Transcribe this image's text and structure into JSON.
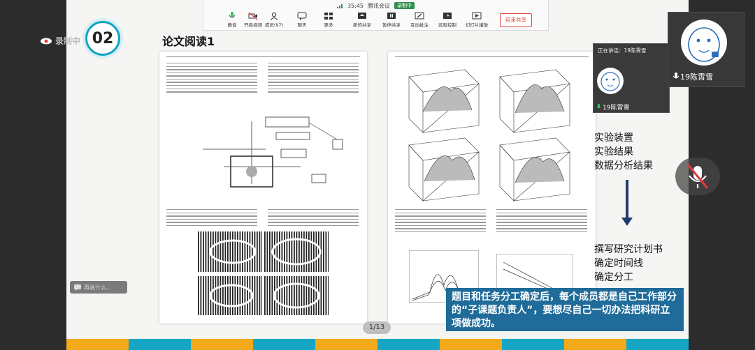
{
  "meeting": {
    "time": "35:45",
    "app_name": "腾讯会议",
    "live_badge": "录制中",
    "toolbar": [
      {
        "label": "静音",
        "icon": "mic-icon"
      },
      {
        "label": "开启视频",
        "icon": "camera-off-icon"
      },
      {
        "label": "成员(97)",
        "icon": "members-icon"
      },
      {
        "label": "聊天",
        "icon": "chat-icon"
      },
      {
        "label": "更多",
        "icon": "more-icon"
      },
      {
        "label": "新的共享",
        "icon": "share-icon"
      },
      {
        "label": "暂停共享",
        "icon": "pause-icon"
      },
      {
        "label": "互动批注",
        "icon": "annotate-icon"
      },
      {
        "label": "远程控制",
        "icon": "remote-control-icon"
      },
      {
        "label": "幻灯片播放",
        "icon": "slideshow-icon"
      }
    ],
    "end_share_label": "结束共享",
    "record_label": "录制中",
    "speaking_label": "正在讲话：19陈霄雪",
    "participant_main": "19陈霄雪",
    "participant_side": "19陈霄雪",
    "chat_placeholder": "再说什么...",
    "page_indicator": "1/13"
  },
  "slide": {
    "section_number": "02",
    "section_title": "论文阅读1",
    "ppt_items": [
      "实验装置",
      "实验结果",
      "数据分析结果"
    ],
    "plan_items": [
      "撰写研究计划书",
      "确定时间线",
      "确定分工"
    ],
    "callout": "题目和任务分工确定后，每个成员都是自己工作部分的“子课题负责人”，要想尽自己一切办法把科研立项做成功。"
  },
  "colors": {
    "accent_teal": "#13a3c1",
    "callout_blue": "#1f6b9a",
    "arrow_navy": "#233a6e",
    "end_share_red": "#e04b3d",
    "stripe": [
      "#f2a91a",
      "#16a6c4",
      "#f2a91a",
      "#16a6c4",
      "#f2a91a",
      "#16a6c4",
      "#f2a91a",
      "#16a6c4",
      "#f2a91a",
      "#16a6c4"
    ]
  }
}
